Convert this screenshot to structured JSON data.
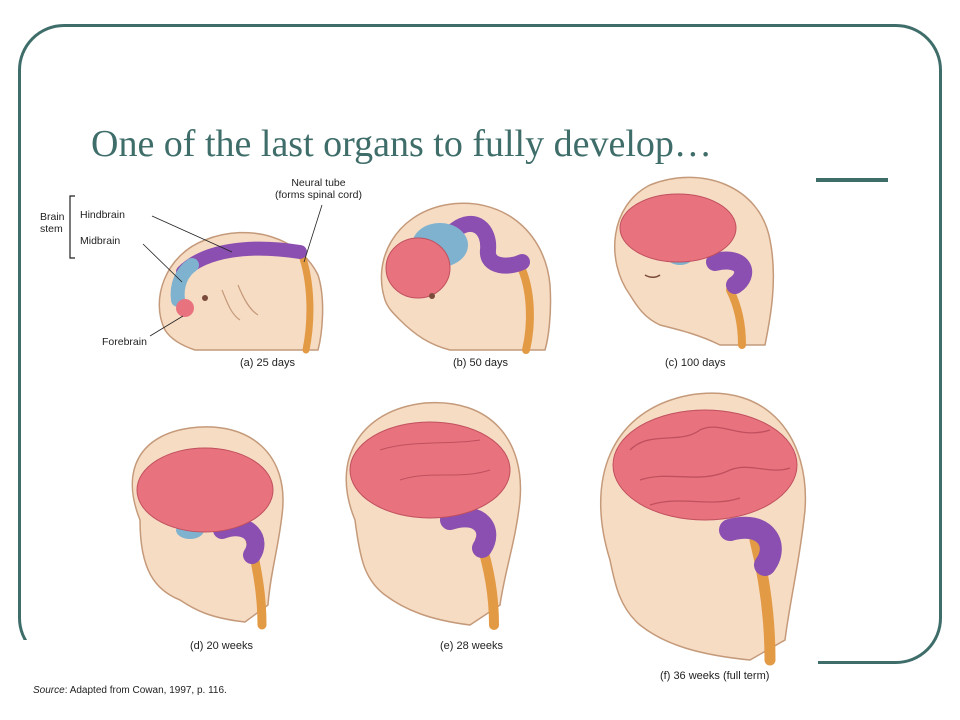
{
  "slide": {
    "title": "One of the last organs to fully develop…",
    "colors": {
      "accent": "#3f6e6a",
      "skin": "#f7dcc4",
      "forebrain": "#e8737f",
      "midbrain": "#7fb2cf",
      "hindbrain": "#8a4fb0",
      "spinal_cord": "#e39a45"
    }
  },
  "figure": {
    "labels": {
      "brain_stem": [
        "Brain",
        "stem"
      ],
      "hindbrain": "Hindbrain",
      "midbrain": "Midbrain",
      "forebrain": "Forebrain",
      "neural_tube": [
        "Neural tube",
        "(forms spinal cord)"
      ]
    },
    "stages": [
      {
        "caption": "(a)  25 days"
      },
      {
        "caption": "(b)  50 days"
      },
      {
        "caption": "(c)  100 days"
      },
      {
        "caption": "(d)  20 weeks"
      },
      {
        "caption": "(e)  28 weeks"
      },
      {
        "caption": "(f)  36 weeks (full term)"
      }
    ],
    "source": {
      "label": "Source",
      "text": ": Adapted from Cowan, 1997, p. 116."
    }
  }
}
